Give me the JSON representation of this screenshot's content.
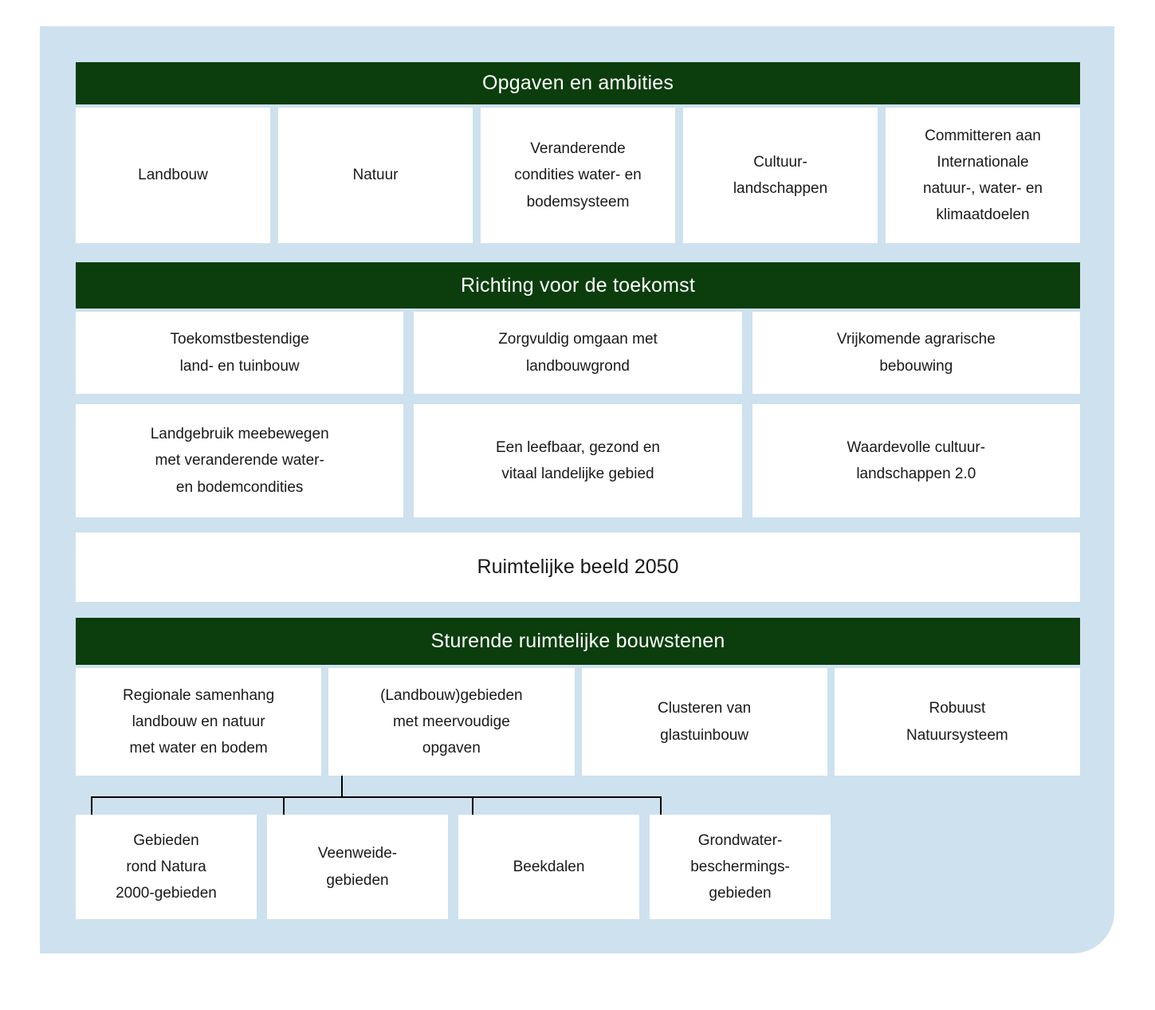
{
  "colors": {
    "panel_bg": "#cee1ef",
    "header_bg": "#0b3e0c",
    "header_text": "#ffffff",
    "box_bg": "#ffffff",
    "body_text": "#1a1a1a",
    "connector": "#000000"
  },
  "headers": {
    "opgaven": "Opgaven en ambities",
    "richting": "Richting voor de toekomst",
    "sturende": "Sturende ruimtelijke bouwstenen"
  },
  "opgaven_items": [
    "Landbouw",
    "Natuur",
    "Veranderende\ncondities water- en\nbodemsysteem",
    "Cultuur-\nlandschappen",
    "Committeren aan\nInternationale\nnatuur-, water- en\nklimaatdoelen"
  ],
  "richting_row1": [
    "Toekomstbestendige\nland- en tuinbouw",
    "Zorgvuldig omgaan met\nlandbouwgrond",
    "Vrijkomende agrarische\nbebouwing"
  ],
  "richting_row2": [
    "Landgebruik meebewegen\nmet veranderende water-\nen bodemcondities",
    "Een leefbaar, gezond en\nvitaal landelijke gebied",
    "Waardevolle cultuur-\nlandschappen 2.0"
  ],
  "ruimtelijk_beeld": "Ruimtelijke beeld 2050",
  "sturende_items": [
    "Regionale samenhang\nlandbouw en natuur\nmet water en bodem",
    "(Landbouw)gebieden\nmet meervoudige\nopgaven",
    "Clusteren van\nglastuinbouw",
    "Robuust\nNatuursysteem"
  ],
  "gebieden_items": [
    "Gebieden\nrond Natura\n2000-gebieden",
    "Veenweide-\ngebieden",
    "Beekdalen",
    "Grondwater-\nbeschermings-\ngebieden"
  ]
}
